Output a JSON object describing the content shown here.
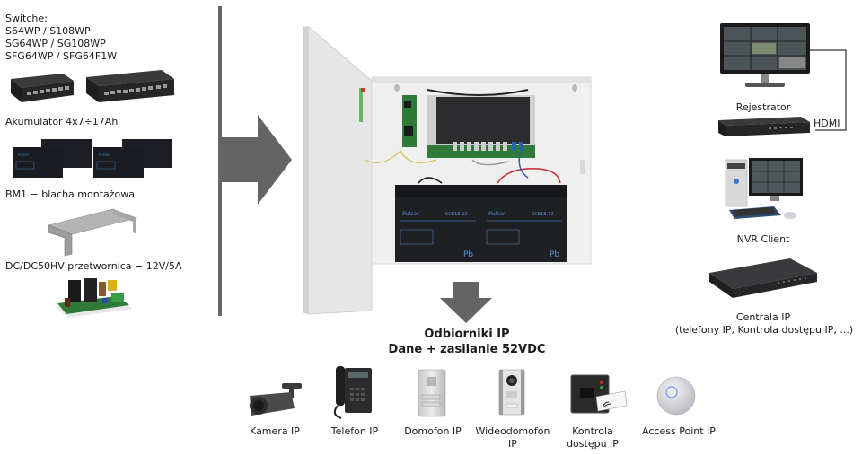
{
  "left_panel": {
    "switches": {
      "title": "Switche:",
      "models": [
        "S64WP / S108WP",
        "SG64WP / SG108WP",
        "SFG64WP / SFG64F1W"
      ]
    },
    "battery_label": "Akumulator 4x7÷17Ah",
    "mounting_plate_label": "BM1 − blacha montażowa",
    "converter_label": "DC/DC50HV przetwornica − 12V/5A"
  },
  "center": {
    "battery_brand": "Pulsar",
    "battery_model": "SCB18-12",
    "battery_mark": "Pb",
    "output_title": "Odbiorniki IP",
    "output_subtitle": "Dane + zasilanie 52VDC"
  },
  "right_panel": {
    "recorder_label": "Rejestrator",
    "hdmi_label": "HDMI",
    "nvr_label": "NVR Client",
    "pbx_label": "Centrala IP",
    "pbx_sublabel": "(telefony IP, Kontrola dostępu IP, ...)"
  },
  "devices": [
    {
      "label": "Kamera IP",
      "icon": "ip-camera-icon"
    },
    {
      "label": "Telefon IP",
      "icon": "ip-phone-icon"
    },
    {
      "label": "Domofon IP",
      "icon": "intercom-icon"
    },
    {
      "label": "Wideodomofon IP",
      "line1": "Wideodomofon",
      "line2": "IP",
      "icon": "video-intercom-icon"
    },
    {
      "label": "Kontrola dostępu IP",
      "line1": "Kontrola",
      "line2": "dostępu IP",
      "icon": "access-control-icon"
    },
    {
      "label": "Access Point IP",
      "icon": "access-point-icon"
    }
  ],
  "colors": {
    "arrow": "#646464",
    "divider": "#666666",
    "enclosure": "#ececec",
    "device_dark": "#2a2a2a"
  }
}
